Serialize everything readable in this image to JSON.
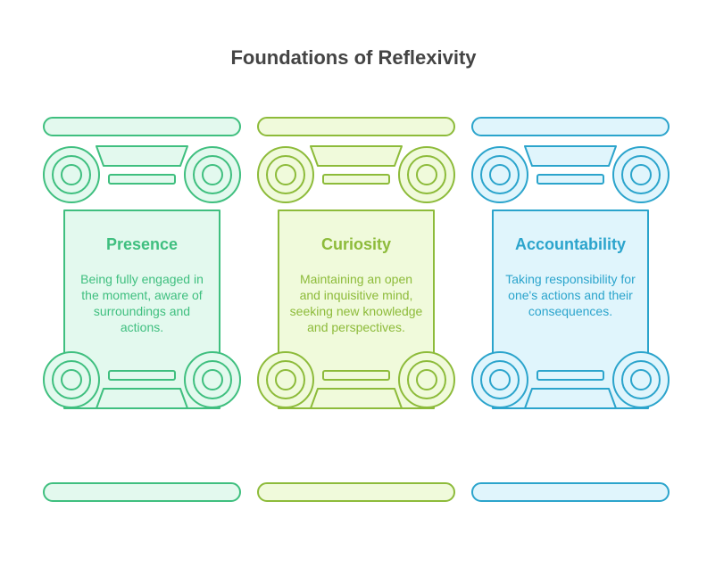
{
  "title": "Foundations of Reflexivity",
  "pillars": [
    {
      "heading": "Presence",
      "description": "Being fully engaged in the moment, aware of surroundings and actions.",
      "stroke_color": "#3fbf7f",
      "fill_color": "#e3f9ee",
      "text_color": "#3fbf7f"
    },
    {
      "heading": "Curiosity",
      "description": "Maintaining an open and inquisitive mind, seeking new knowledge and perspectives.",
      "stroke_color": "#8dbb3a",
      "fill_color": "#f0fadb",
      "text_color": "#8dbb3a"
    },
    {
      "heading": "Accountability",
      "description": "Taking responsibility for one's actions and their consequences.",
      "stroke_color": "#2ba4cc",
      "fill_color": "#e0f5fc",
      "text_color": "#2ba4cc"
    }
  ]
}
